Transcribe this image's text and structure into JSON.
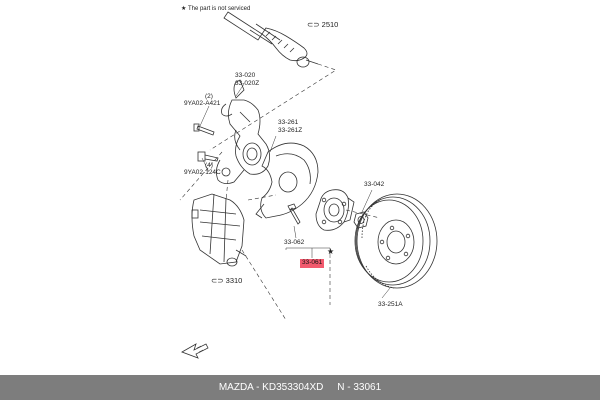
{
  "note": "★ The part is not serviced",
  "refs": {
    "driveshaft": "⊂⊃ 2510",
    "caliper": "⊂⊃ 3310"
  },
  "labels": {
    "knuckle_a": "33-020",
    "knuckle_b": "33-020Z",
    "bolt_top_qty": "(2)",
    "bolt_top_code": "9YA02-A421",
    "bolt_mid_qty": "(4)",
    "bolt_mid_code": "9YA02-124C",
    "shield_a": "33-261",
    "shield_b": "33-261Z",
    "nut": "33-042",
    "stud": "33-062",
    "hub": "33-061",
    "disc": "33-251A"
  },
  "footer": {
    "text": "MAZDA - KD353304XD     N - 33061"
  },
  "colors": {
    "highlight": "#f25a6e",
    "footer_bg": "#7d7d7d",
    "line": "#333333"
  }
}
